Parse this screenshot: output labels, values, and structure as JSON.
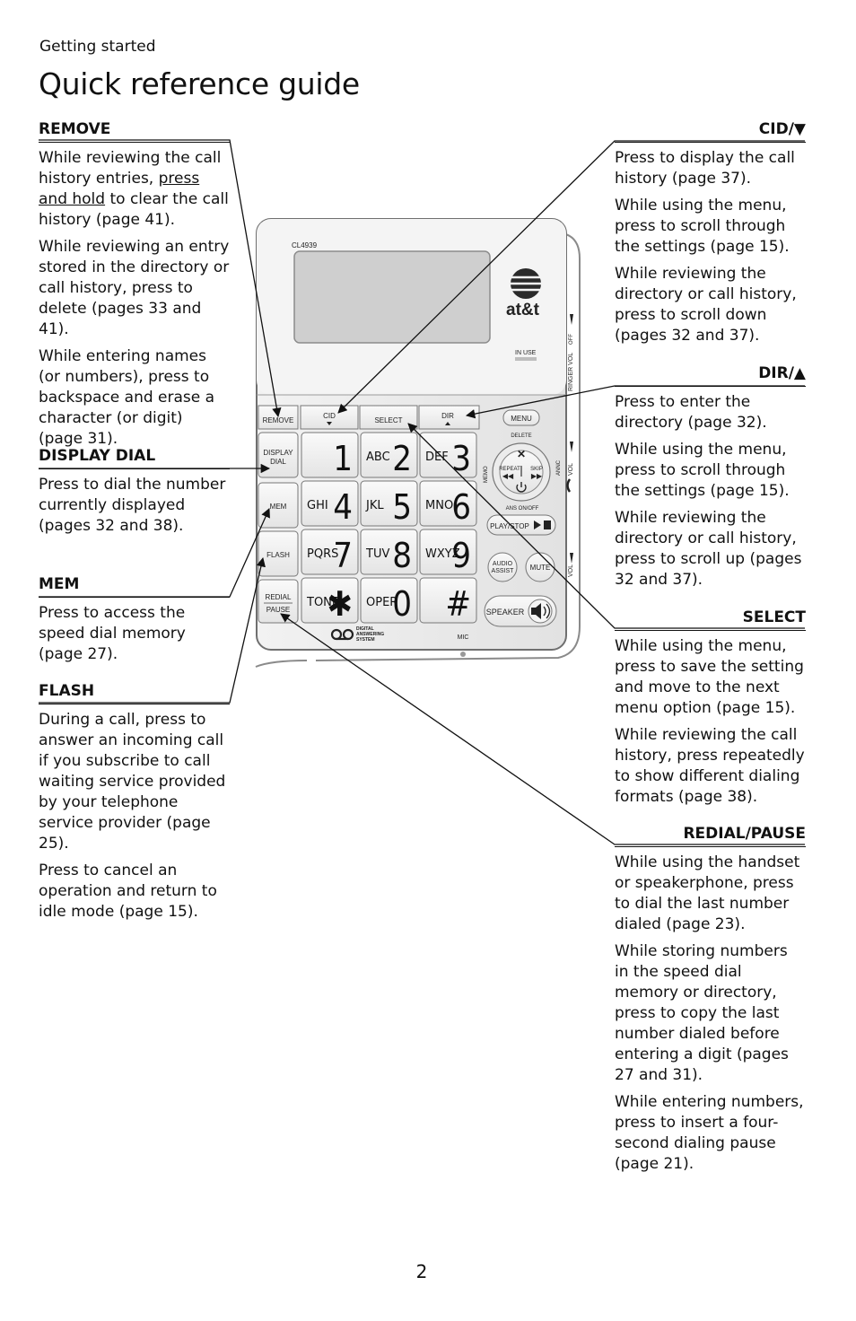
{
  "page": {
    "section": "Getting started",
    "title": "Quick reference guide",
    "page_number": "2"
  },
  "left": {
    "remove": {
      "heading": "REMOVE",
      "p1_a": "While reviewing the call history entries, ",
      "p1_link": "press and hold",
      "p1_b": " to clear the call history (page 41).",
      "p2": "While reviewing an entry stored in the directory or call history, press to delete (pages 33 and 41).",
      "p3": "While entering names (or numbers), press to backspace and erase a character (or digit) (page 31)."
    },
    "display_dial": {
      "heading": "DISPLAY DIAL",
      "p1": "Press to dial the number currently displayed (pages 32 and 38)."
    },
    "mem": {
      "heading": "MEM",
      "p1": "Press to access the speed dial memory (page 27)."
    },
    "flash": {
      "heading": "FLASH",
      "p1": "During a call, press to answer an incoming call if you subscribe to call waiting service provided by your telephone service provider (page 25).",
      "p2": "Press to cancel an operation and return to idle mode (page 15)."
    }
  },
  "right": {
    "cid": {
      "heading": "CID/▼",
      "p1": "Press to display the call history (page 37).",
      "p2": "While using the menu, press to scroll through the settings (page 15).",
      "p3": "While reviewing the directory or call history, press to scroll down (pages 32 and 37)."
    },
    "dir": {
      "heading": "DIR/▲",
      "p1": "Press to enter the directory (page 32).",
      "p2": "While using the menu, press to scroll through the settings (page 15).",
      "p3": "While reviewing the directory or call history, press to scroll up (pages 32 and 37)."
    },
    "select": {
      "heading": "SELECT",
      "p1": "While using the menu, press to save the setting and move to the next menu option (page 15).",
      "p2": "While reviewing the call history, press repeatedly to show different dialing formats (page 38)."
    },
    "redial": {
      "heading": "REDIAL/PAUSE",
      "p1": "While using the handset or speakerphone, press to dial the last number dialed (page 23).",
      "p2": "While storing numbers in the speed dial memory or directory, press to copy the last number dialed before entering a digit (pages 27 and 31).",
      "p3": "While entering numbers, press to insert a four-second dialing pause (page 21)."
    }
  },
  "phone": {
    "model": "CL4939",
    "brand": "at&t",
    "in_use": "IN USE",
    "keys": {
      "remove": "REMOVE",
      "cid": "CID",
      "select": "SELECT",
      "dir": "DIR",
      "menu": "MENU",
      "delete": "DELETE",
      "display": "DISPLAY",
      "dial": "DIAL",
      "mem": "MEM",
      "flash": "FLASH",
      "redial": "REDIAL",
      "pause": "PAUSE",
      "memo": "MEMO",
      "repeat": "REPEAT",
      "skip": "SKIP",
      "ans_onoff": "ANS ON/OFF",
      "play_stop": "PLAY/STOP",
      "audio": "AUDIO",
      "assist": "ASSIST",
      "mute": "MUTE",
      "speaker": "SPEAKER",
      "ringer_vol": "RINGER VOL",
      "off": "OFF",
      "vol": "VOL",
      "anc": "ANNC",
      "mic": "MIC",
      "das1": "DIGITAL",
      "das2": "ANSWERING",
      "das3": "SYSTEM"
    },
    "dialpad": [
      {
        "letters": "",
        "digit": "1"
      },
      {
        "letters": "ABC",
        "digit": "2"
      },
      {
        "letters": "DEF",
        "digit": "3"
      },
      {
        "letters": "GHI",
        "digit": "4"
      },
      {
        "letters": "JKL",
        "digit": "5"
      },
      {
        "letters": "MNO",
        "digit": "6"
      },
      {
        "letters": "PQRS",
        "digit": "7"
      },
      {
        "letters": "TUV",
        "digit": "8"
      },
      {
        "letters": "WXYZ",
        "digit": "9"
      },
      {
        "letters": "TONE",
        "digit": "✱"
      },
      {
        "letters": "OPER",
        "digit": "0"
      },
      {
        "letters": "",
        "digit": "#"
      }
    ]
  }
}
